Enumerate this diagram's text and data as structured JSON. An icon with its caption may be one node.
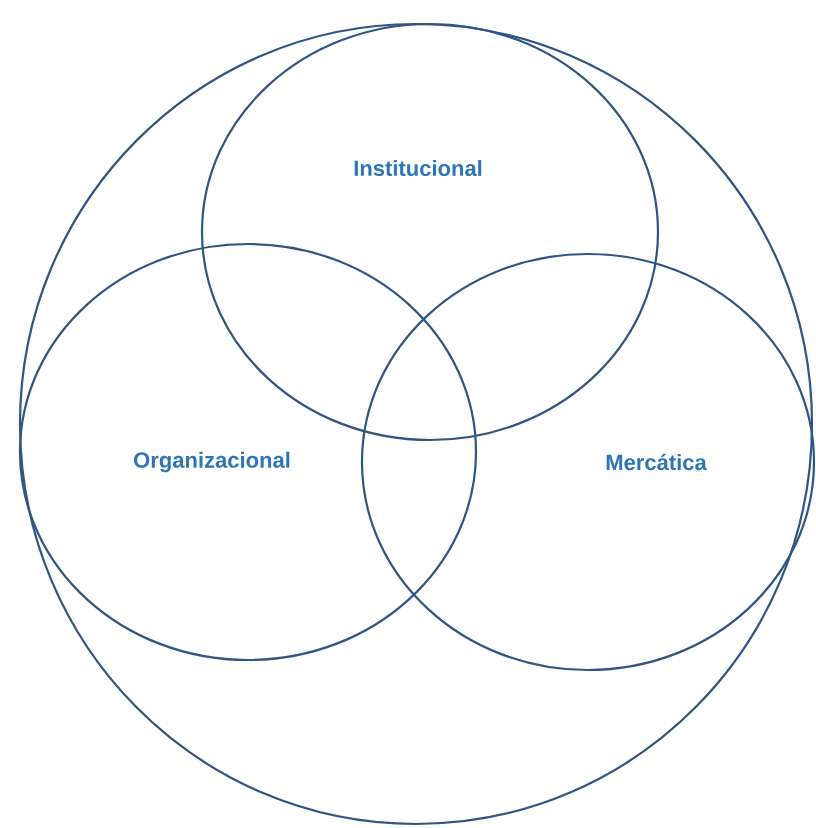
{
  "diagram": {
    "nodes": [
      {
        "text": [],
        "shape": "circle"
      },
      {
        "text": [
          "Institucional"
        ],
        "in": 0
      },
      {
        "text": [
          "Organizacional"
        ],
        "in": 0
      },
      {
        "text": [
          "Mercática"
        ],
        "in": 0
      }
    ]
  }
}
